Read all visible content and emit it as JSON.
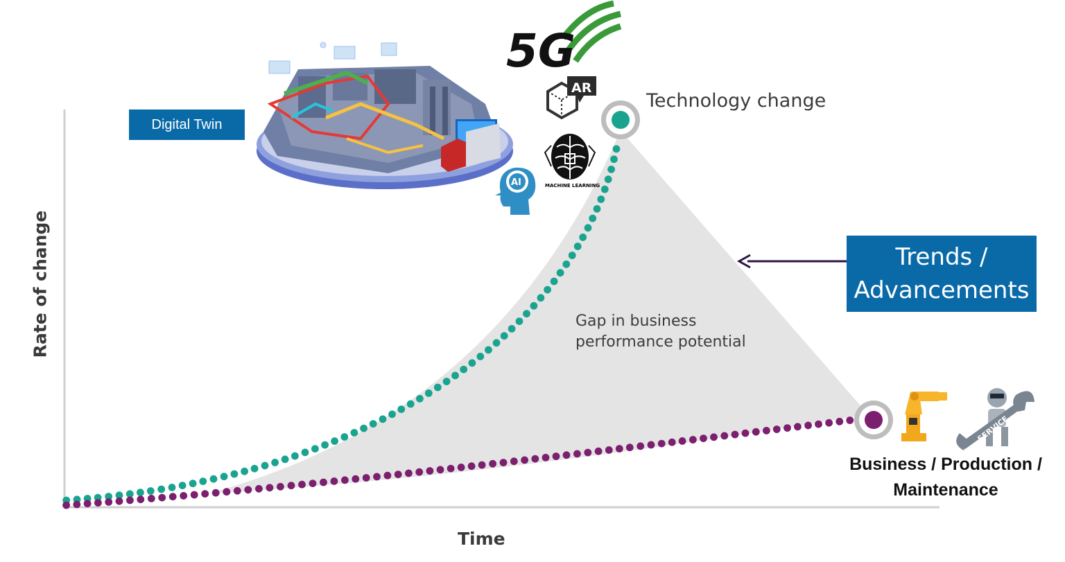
{
  "labels": {
    "digital_twin": "Digital Twin",
    "trends_line1": "Trends /",
    "trends_line2": "Advancements",
    "technology_change": "Technology change",
    "gap_line1": "Gap in business",
    "gap_line2": "performance potential",
    "business_line1": "Business / Production /",
    "business_line2": "Maintenance",
    "y_axis": "Rate of change",
    "x_axis": "Time"
  },
  "icons": {
    "five_g": {
      "name": "5g-icon",
      "text": "5G"
    },
    "ar": {
      "name": "ar-icon",
      "text": "AR"
    },
    "machine_learning": {
      "name": "machine-learning-icon",
      "text": "MACHINE LEARNING"
    },
    "ai": {
      "name": "ai-brain-icon",
      "text": "AI"
    },
    "robot_arm": {
      "name": "robot-arm-icon"
    },
    "service_robot": {
      "name": "service-robot-icon",
      "text": "SERVICE"
    },
    "factory": {
      "name": "digital-twin-factory-image"
    }
  },
  "colors": {
    "accent_blue": "#0a6aa8",
    "technology_curve": "#1aa48f",
    "business_curve": "#7b1f6e",
    "gap_fill": "#e4e4e4",
    "arrow": "#2d1446",
    "axis": "#cfcfcf"
  }
}
